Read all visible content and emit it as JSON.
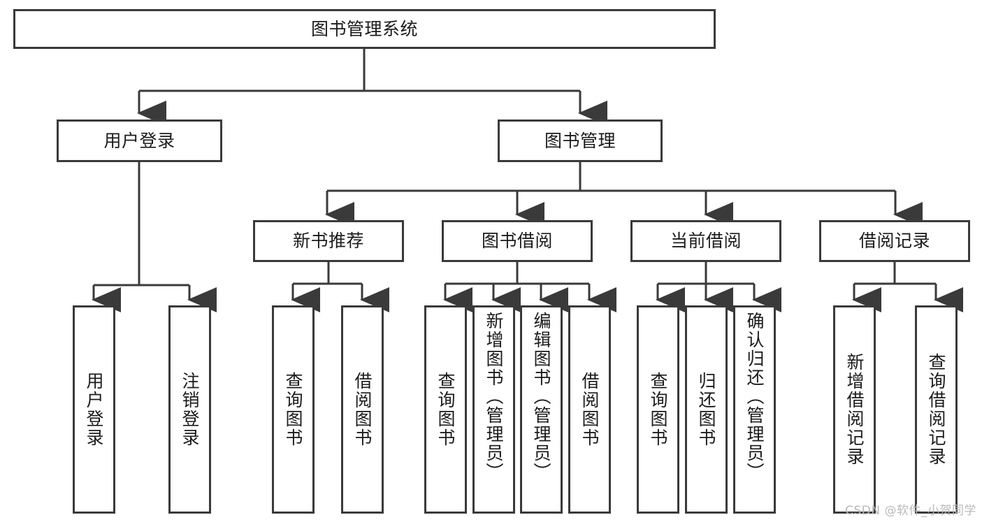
{
  "diagram": {
    "title": "图书管理系统",
    "type": "tree-hierarchy-chart",
    "watermark": "CSDN @软件_小贺同学",
    "colors": {
      "background": "#ffffff",
      "node_border": "#3a3a3a",
      "node_fill": "#ffffff",
      "text": "#1b1b1b",
      "connector": "#3a3a3a",
      "watermark": "#b9b9b9"
    },
    "root": {
      "label": "图书管理系统"
    },
    "level1": [
      {
        "id": "user-login",
        "label": "用户登录"
      },
      {
        "id": "book-management",
        "label": "图书管理"
      }
    ],
    "level2": [
      {
        "id": "new-book-recommend",
        "label": "新书推荐",
        "parent": "book-management"
      },
      {
        "id": "book-borrow",
        "label": "图书借阅",
        "parent": "book-management"
      },
      {
        "id": "current-borrow",
        "label": "当前借阅",
        "parent": "book-management"
      },
      {
        "id": "borrow-record",
        "label": "借阅记录",
        "parent": "book-management"
      }
    ],
    "leaves": {
      "user-login": [
        {
          "id": "leaf-user-login",
          "label": "用户登录"
        },
        {
          "id": "leaf-logout",
          "label": "注销登录"
        }
      ],
      "new-book-recommend": [
        {
          "id": "leaf-query-book-1",
          "label": "查询图书"
        },
        {
          "id": "leaf-borrow-book-1",
          "label": "借阅图书"
        }
      ],
      "book-borrow": [
        {
          "id": "leaf-query-book-2",
          "label": "查询图书"
        },
        {
          "id": "leaf-add-book",
          "label": "新增图书（管理员）"
        },
        {
          "id": "leaf-edit-book",
          "label": "编辑图书（管理员）"
        },
        {
          "id": "leaf-borrow-book-2",
          "label": "借阅图书"
        }
      ],
      "current-borrow": [
        {
          "id": "leaf-query-book-3",
          "label": "查询图书"
        },
        {
          "id": "leaf-return-book",
          "label": "归还图书"
        },
        {
          "id": "leaf-confirm-return",
          "label": "确认归还（管理员）"
        }
      ],
      "borrow-record": [
        {
          "id": "leaf-add-record",
          "label": "新增借阅记录"
        },
        {
          "id": "leaf-query-record",
          "label": "查询借阅记录"
        }
      ]
    }
  }
}
